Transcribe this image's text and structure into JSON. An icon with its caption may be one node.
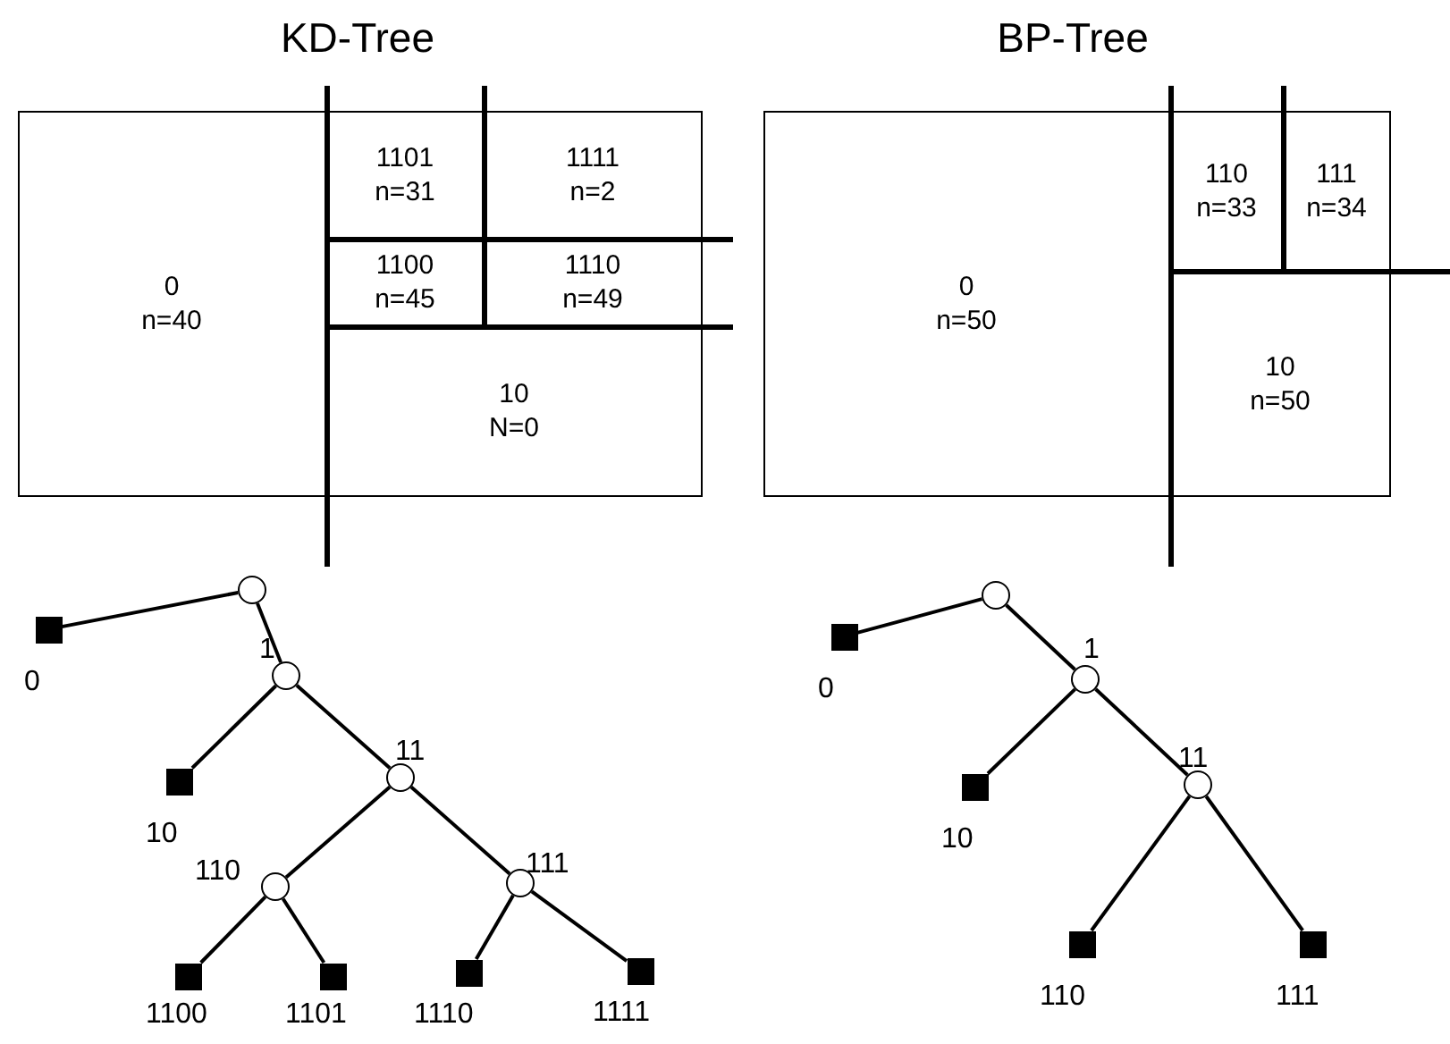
{
  "diagram": {
    "nodes": [
      {
        "text": [],
        "shape": "box"
      },
      {
        "text": [
          "0",
          "n=40"
        ],
        "in": 0
      },
      {
        "text": [
          "1101",
          "n=31"
        ],
        "in": 0
      },
      {
        "text": [
          "1111",
          "n=2"
        ],
        "in": 0
      },
      {
        "text": [
          "1100",
          "n=45"
        ],
        "in": 0
      },
      {
        "text": [
          "1110",
          "n=49"
        ],
        "in": 0
      },
      {
        "text": [
          "10",
          "N=0"
        ],
        "in": 0
      },
      {
        "text": [],
        "shape": "box"
      },
      {
        "text": [
          "0",
          "n=50"
        ],
        "in": 7
      },
      {
        "text": [
          "110",
          "n=33"
        ],
        "in": 7
      },
      {
        "text": [
          "111",
          "n=34"
        ],
        "in": 7
      },
      {
        "text": [
          "10",
          "n=50"
        ],
        "in": 7
      },
      {
        "text": [],
        "shape": "circle"
      },
      {
        "text": [],
        "shape": "box",
        "beside": [
          "0"
        ]
      },
      {
        "text": [],
        "shape": "circle",
        "beside": [
          "1"
        ]
      },
      {
        "text": [],
        "shape": "box",
        "beside": [
          "10"
        ]
      },
      {
        "text": [],
        "shape": "circle",
        "beside": [
          "11"
        ]
      },
      {
        "text": [],
        "shape": "circle",
        "beside": [
          "110"
        ]
      },
      {
        "text": [],
        "shape": "circle",
        "beside": [
          "111"
        ]
      },
      {
        "text": [],
        "shape": "box",
        "beside": [
          "1100"
        ]
      },
      {
        "text": [],
        "shape": "box",
        "beside": [
          "1101"
        ]
      },
      {
        "text": [],
        "shape": "box",
        "beside": [
          "1110"
        ]
      },
      {
        "text": [],
        "shape": "box",
        "beside": [
          "1111"
        ]
      },
      {
        "text": [],
        "shape": "circle"
      },
      {
        "text": [],
        "shape": "box",
        "beside": [
          "0"
        ]
      },
      {
        "text": [],
        "shape": "circle",
        "beside": [
          "1"
        ]
      },
      {
        "text": [],
        "shape": "box",
        "beside": [
          "10"
        ]
      },
      {
        "text": [],
        "shape": "circle",
        "beside": [
          "11"
        ]
      },
      {
        "text": [],
        "shape": "box",
        "beside": [
          "110"
        ]
      },
      {
        "text": [],
        "shape": "box",
        "beside": [
          "111"
        ]
      }
    ],
    "edges": [
      {
        "from": 12,
        "to": 13,
        "arrow": "none"
      },
      {
        "from": 12,
        "to": 14,
        "arrow": "none"
      },
      {
        "from": 14,
        "to": 15,
        "arrow": "none"
      },
      {
        "from": 14,
        "to": 16,
        "arrow": "none"
      },
      {
        "from": 16,
        "to": 17,
        "arrow": "none"
      },
      {
        "from": 16,
        "to": 18,
        "arrow": "none"
      },
      {
        "from": 17,
        "to": 19,
        "arrow": "none"
      },
      {
        "from": 17,
        "to": 20,
        "arrow": "none"
      },
      {
        "from": 18,
        "to": 21,
        "arrow": "none"
      },
      {
        "from": 18,
        "to": 22,
        "arrow": "none"
      },
      {
        "from": 23,
        "to": 24,
        "arrow": "none"
      },
      {
        "from": 23,
        "to": 25,
        "arrow": "none"
      },
      {
        "from": 25,
        "to": 26,
        "arrow": "none"
      },
      {
        "from": 25,
        "to": 27,
        "arrow": "none"
      },
      {
        "from": 27,
        "to": 28,
        "arrow": "none"
      },
      {
        "from": 27,
        "to": 29,
        "arrow": "none"
      }
    ],
    "labels": [
      "KD-Tree",
      "BP-Tree"
    ]
  }
}
